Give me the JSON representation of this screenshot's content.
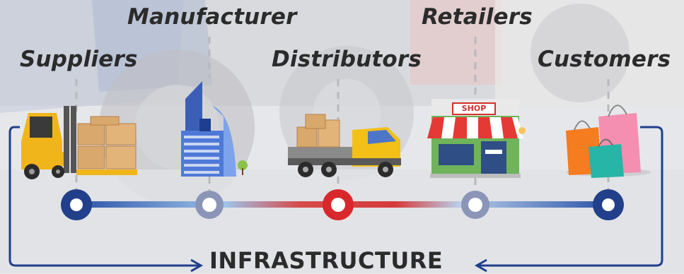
{
  "stages": [
    {
      "label": "Suppliers",
      "icon": "forklift-with-boxes-icon"
    },
    {
      "label": "Manufacturer",
      "icon": "factory-building-icon"
    },
    {
      "label": "Distributors",
      "icon": "delivery-truck-icon"
    },
    {
      "label": "Retailers",
      "icon": "shop-storefront-icon"
    },
    {
      "label": "Customers",
      "icon": "shopping-bags-icon"
    }
  ],
  "shop_sign": "SHOP",
  "footer": "INFRASTRUCTURE",
  "colors": {
    "node_dark_blue": "#213f8a",
    "node_light_blue": "#7f8fb8",
    "node_red": "#d8282b",
    "line_blue": "#2d53a8",
    "line_light": "#9fc3ea",
    "line_red": "#d63a3a",
    "frame": "#1f3f8c"
  }
}
